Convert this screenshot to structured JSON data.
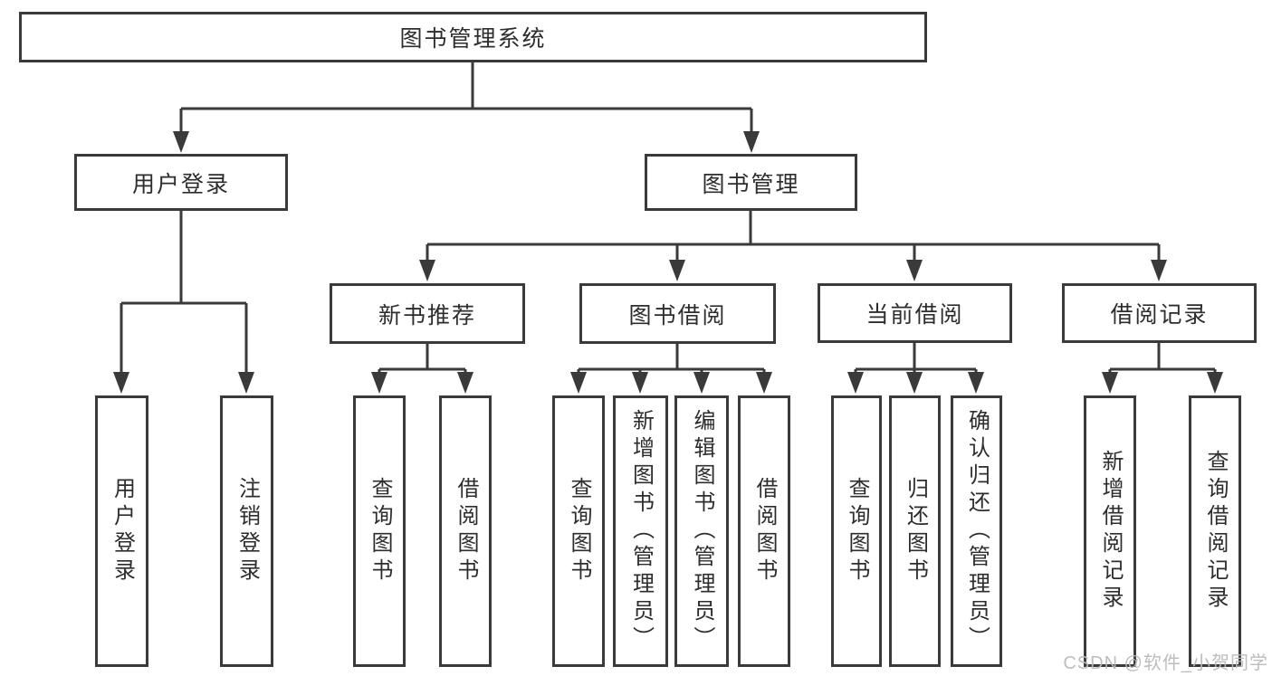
{
  "diagram": {
    "type": "hierarchy-flowchart",
    "title": "图书管理系统",
    "colors": {
      "line": "#3a3a3a",
      "box_border": "#3a3a3a",
      "box_fill": "#ffffff",
      "text": "#2d2d2d",
      "watermark": "#b9b9b9",
      "background": "#ffffff"
    },
    "nodes": {
      "root": {
        "label": "图书管理系统"
      },
      "user_login": {
        "label": "用户登录"
      },
      "book_mgmt": {
        "label": "图书管理"
      },
      "new_book_rec": {
        "label": "新书推荐"
      },
      "book_borrow": {
        "label": "图书借阅"
      },
      "current_borrow": {
        "label": "当前借阅"
      },
      "borrow_record": {
        "label": "借阅记录"
      },
      "leaf_user_login": {
        "label": "用户登录"
      },
      "leaf_logout": {
        "label": "注销登录"
      },
      "leaf_query_book_1": {
        "label": "查询图书"
      },
      "leaf_borrow_book_1": {
        "label": "借阅图书"
      },
      "leaf_query_book_2": {
        "label": "查询图书"
      },
      "leaf_add_book": {
        "label": "新增图书（管理员）"
      },
      "leaf_edit_book": {
        "label": "编辑图书（管理员）"
      },
      "leaf_borrow_book_2": {
        "label": "借阅图书"
      },
      "leaf_query_book_3": {
        "label": "查询图书"
      },
      "leaf_return_book": {
        "label": "归还图书"
      },
      "leaf_confirm_return": {
        "label": "确认归还（管理员）"
      },
      "leaf_add_record": {
        "label": "新增借阅记录"
      },
      "leaf_query_record": {
        "label": "查询借阅记录"
      }
    },
    "hierarchy": {
      "图书管理系统": {
        "用户登录": [
          "用户登录",
          "注销登录"
        ],
        "图书管理": {
          "新书推荐": [
            "查询图书",
            "借阅图书"
          ],
          "图书借阅": [
            "查询图书",
            "新增图书（管理员）",
            "编辑图书（管理员）",
            "借阅图书"
          ],
          "当前借阅": [
            "查询图书",
            "归还图书",
            "确认归还（管理员）"
          ],
          "借阅记录": [
            "新增借阅记录",
            "查询借阅记录"
          ]
        }
      }
    },
    "watermark": "CSDN @软件_小贺同学"
  }
}
